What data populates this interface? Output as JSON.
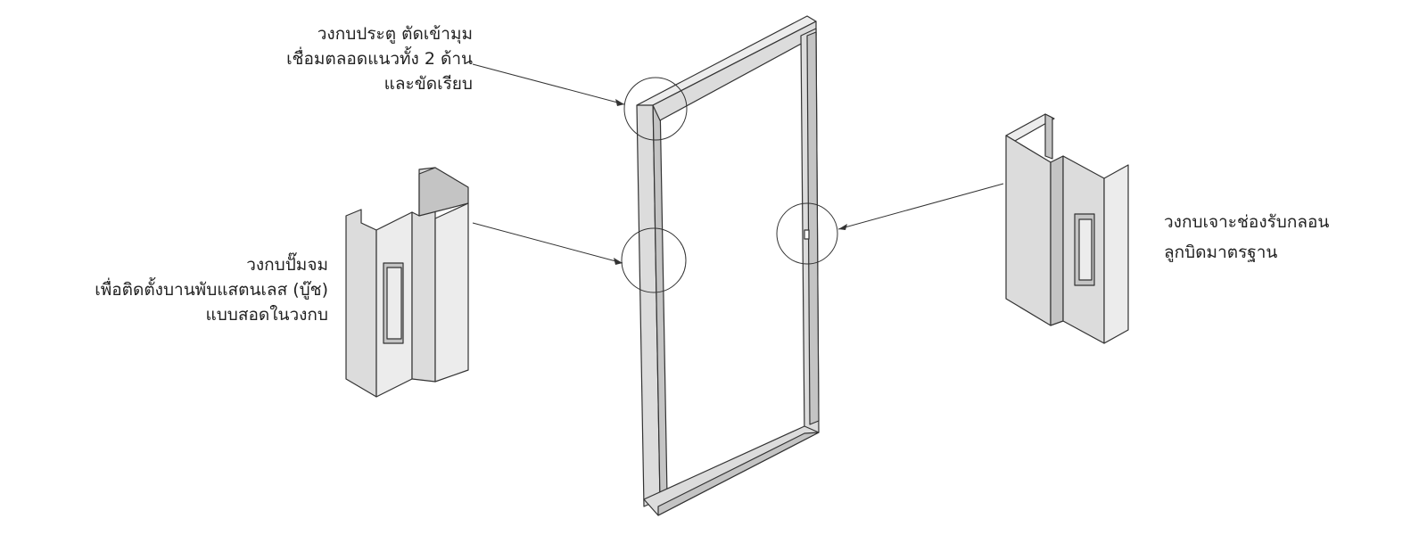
{
  "labels": {
    "corner": [
      "วงกบประตู ตัดเข้ามุม",
      "เชื่อมตลอดแนวทั้ง 2 ด้าน",
      "และขัดเรียบ"
    ],
    "hinge": [
      "วงกบปั๊มจม",
      "เพื่อติดตั้งบานพับแสตนเลส (บู๊ช)",
      "แบบสอดในวงกบ"
    ],
    "strike": [
      "วงกบเจาะช่องรับกลอน",
      "ลูกบิดมาตรฐาน"
    ]
  },
  "colors": {
    "line": "#333333",
    "face": "#dcdcdc",
    "face_dark": "#c4c4c4",
    "face_light": "#ececec"
  }
}
